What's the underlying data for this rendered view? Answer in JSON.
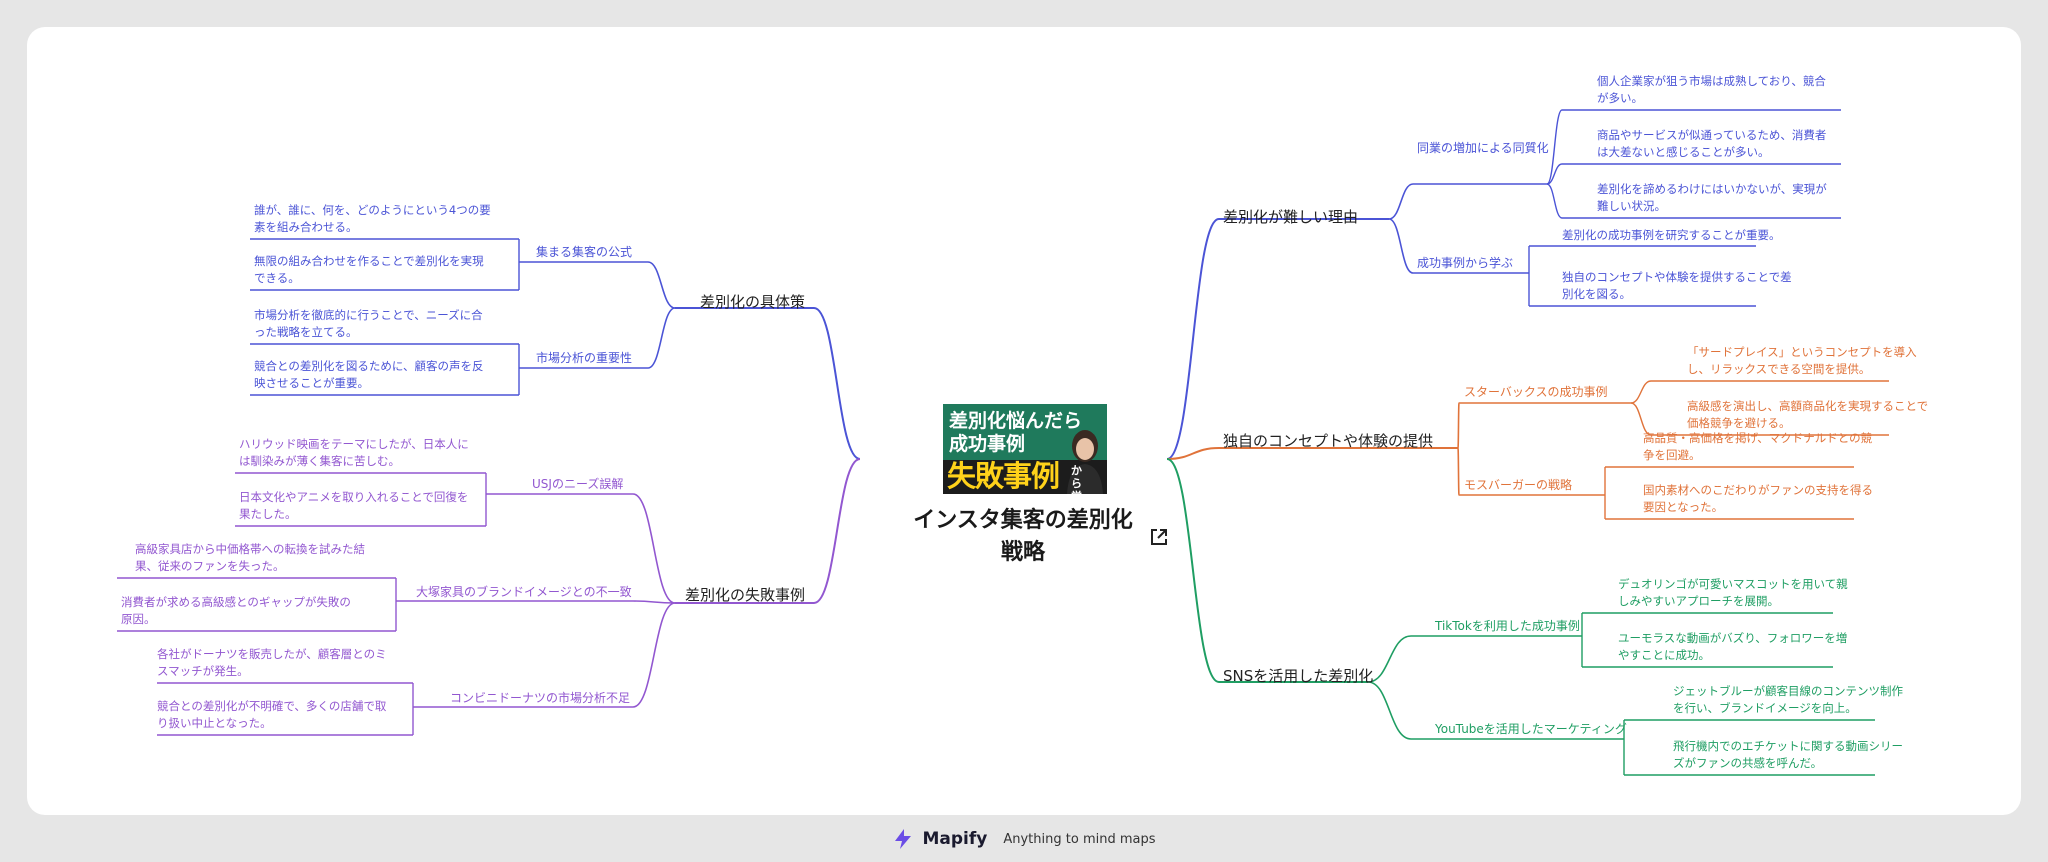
{
  "root": {
    "title": "インスタ集客の差別化戦略",
    "thumbnail_lines": [
      "差別化悩んだら",
      "成功事例",
      "失敗事例",
      "から学ぶ"
    ]
  },
  "branches": [
    {
      "label": "差別化が難しい理由",
      "color": "#4b54d6",
      "subs": [
        {
          "label": "同業の増加による同質化",
          "leaves": [
            "個人企業家が狙う市場は成熟しており、競合が多い。",
            "商品やサービスが似通っているため、消費者は大差ないと感じることが多い。",
            "差別化を諦めるわけにはいかないが、実現が難しい状況。"
          ]
        },
        {
          "label": "成功事例から学ぶ",
          "leaves": [
            "差別化の成功事例を研究することが重要。",
            "独自のコンセプトや体験を提供することで差別化を図る。"
          ]
        }
      ]
    },
    {
      "label": "独自のコンセプトや体験の提供",
      "color": "#e0733a",
      "subs": [
        {
          "label": "スターバックスの成功事例",
          "leaves": [
            "「サードプレイス」というコンセプトを導入し、リラックスできる空間を提供。",
            "高級感を演出し、高額商品化を実現することで価格競争を避ける。"
          ]
        },
        {
          "label": "モスバーガーの戦略",
          "leaves": [
            "高品質・高価格を掲げ、マクドナルドとの競争を回避。",
            "国内素材へのこだわりがファンの支持を得る要因となった。"
          ]
        }
      ]
    },
    {
      "label": "SNSを活用した差別化",
      "color": "#1f9e63",
      "subs": [
        {
          "label": "TikTokを利用した成功事例",
          "leaves": [
            "デュオリンゴが可愛いマスコットを用いて親しみやすいアプローチを展開。",
            "ユーモラスな動画がバズり、フォロワーを増やすことに成功。"
          ]
        },
        {
          "label": "YouTubeを活用したマーケティング",
          "leaves": [
            "ジェットブルーが顧客目線のコンテンツ制作を行い、ブランドイメージを向上。",
            "飛行機内でのエチケットに関する動画シリーズがファンの共感を呼んだ。"
          ]
        }
      ]
    },
    {
      "label": "差別化の具体策",
      "color": "#4b54d6",
      "subs": [
        {
          "label": "集まる集客の公式",
          "leaves": [
            "誰が、誰に、何を、どのようにという4つの要素を組み合わせる。",
            "無限の組み合わせを作ることで差別化を実現できる。"
          ]
        },
        {
          "label": "市場分析の重要性",
          "leaves": [
            "市場分析を徹底的に行うことで、ニーズに合った戦略を立てる。",
            "競合との差別化を図るために、顧客の声を反映させることが重要。"
          ]
        }
      ]
    },
    {
      "label": "差別化の失敗事例",
      "color": "#9257d0",
      "subs": [
        {
          "label": "USJのニーズ誤解",
          "leaves": [
            "ハリウッド映画をテーマにしたが、日本人には馴染みが薄く集客に苦しむ。",
            "日本文化やアニメを取り入れることで回復を果たした。"
          ]
        },
        {
          "label": "大塚家具のブランドイメージとの不一致",
          "leaves": [
            "高級家具店から中価格帯への転換を試みた結果、従来のファンを失った。",
            "消費者が求める高級感とのギャップが失敗の原因。"
          ]
        },
        {
          "label": "コンビニドーナツの市場分析不足",
          "leaves": [
            "各社がドーナツを販売したが、顧客層とのミスマッチが発生。",
            "競合との差別化が不明確で、多くの店舗で取り扱い中止となった。"
          ]
        }
      ]
    }
  ],
  "footer": {
    "brand": "Mapify",
    "tagline": "Anything to mind maps"
  }
}
